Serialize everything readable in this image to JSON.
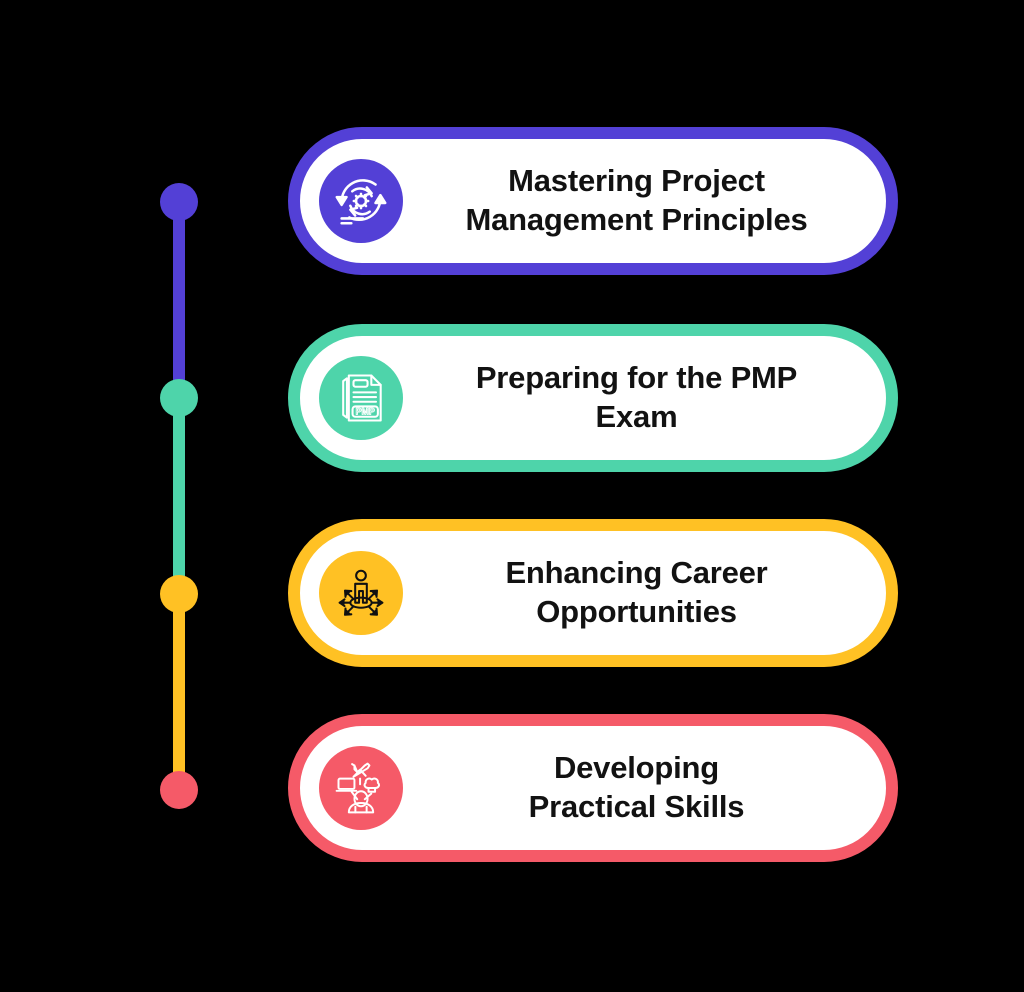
{
  "page": {
    "background_color": "#000000",
    "type": "vertical-timeline-infographic",
    "step_count": 4
  },
  "timeline": {
    "name": "vertical-progress-rail",
    "nodes": [
      {
        "index": 1,
        "color": "#5340D6",
        "linked_step": "Mastering Project Management Principles"
      },
      {
        "index": 2,
        "color": "#4ED4AA",
        "linked_step": "Preparing for the PMP Exam"
      },
      {
        "index": 3,
        "color": "#FFC124",
        "linked_step": "Enhancing Career Opportunities"
      },
      {
        "index": 4,
        "color": "#F55A68",
        "linked_step": "Developing Practical Skills"
      }
    ],
    "segments": [
      {
        "from": 1,
        "to": 2,
        "color": "#5340D6"
      },
      {
        "from": 2,
        "to": 3,
        "color": "#4ED4AA"
      },
      {
        "from": 3,
        "to": 4,
        "color": "#FFC124"
      }
    ]
  },
  "cards": [
    {
      "id": "step-1",
      "label": "Mastering Project\nManagement Principles",
      "color": "#5340D6",
      "text_color": "#121212",
      "icon": "process-cycle-gear-icon"
    },
    {
      "id": "step-2",
      "label": "Preparing for the PMP\nExam",
      "color": "#4ED4AA",
      "text_color": "#121212",
      "icon": "pmp-document-icon"
    },
    {
      "id": "step-3",
      "label": "Enhancing Career\nOpportunities",
      "color": "#FFC124",
      "text_color": "#121212",
      "icon": "career-paths-person-icon"
    },
    {
      "id": "step-4",
      "label": "Developing\nPractical Skills",
      "color": "#F55A68",
      "text_color": "#121212",
      "icon": "practical-skills-person-icon"
    }
  ]
}
